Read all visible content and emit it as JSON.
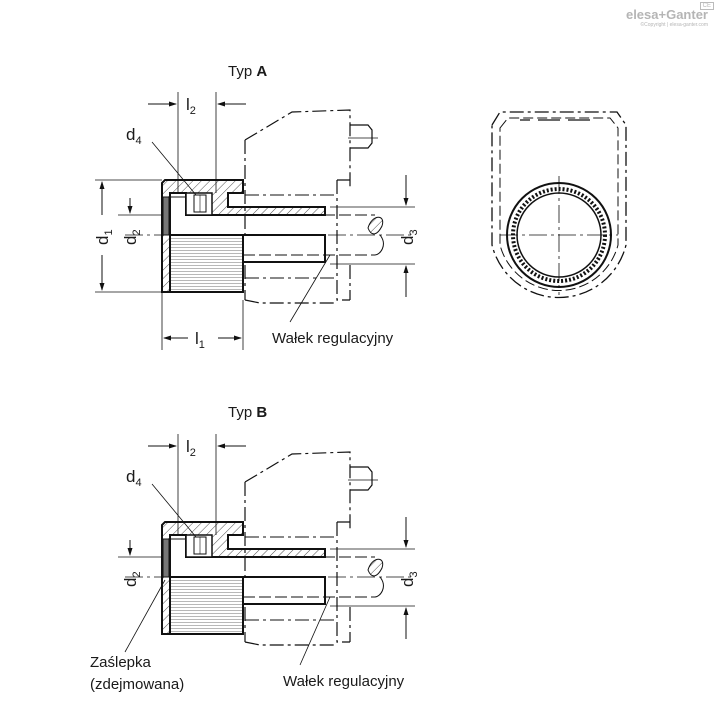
{
  "logo": {
    "brand": "elesa+Ganter",
    "copyright": "©Copyright | elesa-ganter.com",
    "ce": "CE"
  },
  "type_a": {
    "prefix": "Typ ",
    "letter": "A"
  },
  "type_b": {
    "prefix": "Typ ",
    "letter": "B"
  },
  "dims": {
    "d": "d",
    "l": "l",
    "sub1": "1",
    "sub2": "2",
    "sub3": "3",
    "sub4": "4"
  },
  "labels": {
    "shaft_a": "Wałek regulacyjny",
    "shaft_b": "Wałek regulacyjny",
    "plug_line1": "Zaślepka",
    "plug_line2": "(zdejmowana)"
  }
}
